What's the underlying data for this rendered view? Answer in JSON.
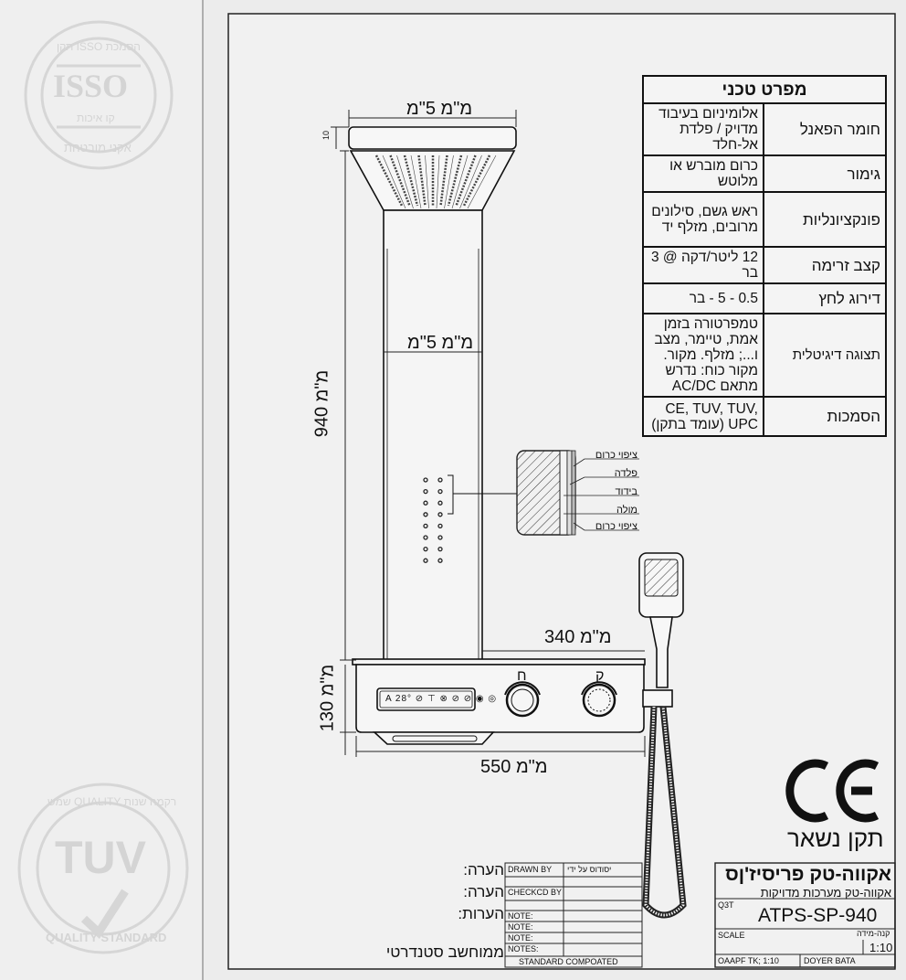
{
  "stamps": {
    "isso": {
      "main": "ISSO",
      "top": "הסמכת ISSO תקן",
      "mid": "קו איכות",
      "bottom": "אקני מובטחת"
    },
    "tuv": {
      "main": "TUV",
      "top": "רקמה שנות QUALITY שמש",
      "bottom": "QUALITY STANDARD"
    }
  },
  "dimensions": {
    "head_width": "מ\"מ 5\"מ",
    "head_thickness": "10",
    "column_width": "מ\"מ 5\"מ",
    "height": "940 מ\"מ",
    "base_height": "130 מ\"מ",
    "base_width": "550 מ\"מ",
    "shelf_width": "340 מ\"מ"
  },
  "controls": {
    "display": "A 28° ⊘ ⊤ ⊗ ⊘ ⊘ ◉ ◎",
    "knob_hot": "ח",
    "knob_cold": "ק"
  },
  "section_detail": {
    "layers": [
      "ציפוי כרום",
      "פלדה",
      "בידוד",
      "מולה",
      "ציפוי כרום"
    ]
  },
  "spec_table": {
    "title": "מפרט טכני",
    "rows": [
      {
        "label": "חומר הפאנל",
        "value": "אלומיניום בעיבוד מדויק / פלדת אל-חלד"
      },
      {
        "label": "גימור",
        "value": "כרום מוברש או מלוטש"
      },
      {
        "label": "פונקציונליות",
        "value": "ראש גשם, סילונים מרובים, מזלף יד"
      },
      {
        "label": "קצב זרימה",
        "value": "12 ליטר/דקה @ 3 בר"
      },
      {
        "label": "דירוג לחץ",
        "value": "0.5 - 5 - בר"
      },
      {
        "label": "תצוגה דיגיטלית",
        "value": "טמפרטורה בזמן אמת, טיימר, מצב ו...; מזלף. מקור. מקור כוח: נדרש מתאם AC/DC"
      },
      {
        "label": "הסמכות",
        "value": "CE, TUV, TUV, UPC (עומד בתקן)"
      }
    ]
  },
  "certification": {
    "mark": "CE",
    "caption": "תקן נשאר"
  },
  "notes": {
    "labels": [
      "הערה:",
      "הערה:",
      "הערות:"
    ],
    "footer": "ממוחשב סטנדרטי"
  },
  "title_block": {
    "drawn_by_label": "DRAWN BY",
    "drawn_by_value": "יסודוס על ידי",
    "checked_by_label": "CHECKCD BY",
    "note_rows": [
      "NOTE:",
      "NOTE:",
      "NOTE:",
      "NOTES:"
    ],
    "standard": "STANDARD COMPOATED",
    "company": "אקווה-טק פריסיז'ןס",
    "subtitle": "אקווה-טק מערכות מדויקות",
    "code_label": "Q3T",
    "model": "ATPS-SP-940",
    "scale_label": "SCALE",
    "scale_heb": "קנה-מידה",
    "scale_value": "1:10",
    "footer_left": "OAAPF TK; 1:10",
    "footer_right": "DOYER BATA"
  }
}
